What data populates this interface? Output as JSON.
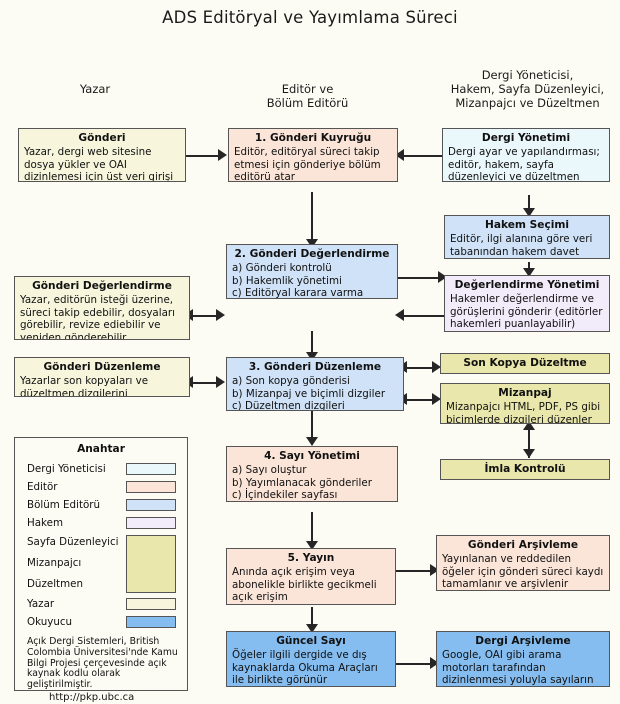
{
  "title": "ADS Editöryal ve Yayımlama Süreci",
  "column_headers": [
    {
      "name": "author",
      "text": "Yazar"
    },
    {
      "name": "editor",
      "text": "Editör ve\nBölüm Editörü"
    },
    {
      "name": "staff",
      "text": "Dergi Yöneticisi,\nHakem, Sayfa Düzenleyici,\nMizanpajcı ve Düzeltmen"
    }
  ],
  "boxes": {
    "gonderi": {
      "title": "Gönderi",
      "body": "Yazar, dergi web sitesine dosya yükler ve OAI dizinlemesi için üst veri girişi yapar",
      "role": "Yazar",
      "color": "#f7f6dc"
    },
    "gonderi_kuyrugu": {
      "title": "1. Gönderi Kuyruğu",
      "body": "Editör, editöryal süreci takip etmesi için gönderiye bölüm editörü atar",
      "role": "Editör",
      "color": "#fbe5d8"
    },
    "dergi_yonetimi": {
      "title": "Dergi Yönetimi",
      "body": "Dergi ayar ve yapılandırması; editör, hakem, sayfa düzenleyici ve düzeltmen kaydı",
      "role": "Dergi Yöneticisi",
      "color": "#eaf7fb"
    },
    "hakem_secimi": {
      "title": "Hakem Seçimi",
      "body": "Editör, ilgi alanına göre veri tabanından hakem davet eder",
      "role": "Bölüm Editörü",
      "color": "#cfe2f7"
    },
    "gonderi_degerlendirme_yazar": {
      "title": "Gönderi Değerlendirme",
      "body": "Yazar, editörün isteği üzerine, süreci takip edebilir, dosyaları görebilir, revize ediebilir ve yeniden gönderebilir",
      "role": "Yazar",
      "color": "#f7f6dc"
    },
    "gonderi_degerlendirme": {
      "title": "2. Gönderi Değerlendirme",
      "body": "a) Gönderi kontrolü\nb) Hakemlik yönetimi\nc) Editöryal karara varma",
      "role": "Bölüm Editörü",
      "color": "#cfe2f7"
    },
    "degerlendirme_yonetimi": {
      "title": "Değerlendirme Yönetimi",
      "body": "Hakemler değerlendirme ve görüşlerini gönderir (editörler hakemleri puanlayabilir)",
      "role": "Hakem",
      "color": "#f2ecfa"
    },
    "gonderi_duzenleme_yazar": {
      "title": "Gönderi Düzenleme",
      "body": "Yazarlar son kopyaları ve düzeltmen dizgilerini değerlendirir",
      "role": "Yazar",
      "color": "#f7f6dc"
    },
    "gonderi_duzenleme": {
      "title": "3. Gönderi Düzenleme",
      "body": "a) Son kopya gönderisi\nb) Mizanpaj ve biçimli dizgiler\nc) Düzeltmen dizgileri",
      "role": "Bölüm Editörü",
      "color": "#cfe2f7"
    },
    "son_kopya": {
      "title": "Son Kopya Düzeltme",
      "body": "",
      "role": "Sayfa Düzenleyici",
      "color": "#e9e7ab"
    },
    "mizanpaj": {
      "title": "Mizanpaj",
      "body": "Mizanpajcı HTML, PDF, PS gibi biçimlerde dizgileri düzenler",
      "role": "Mizanpajcı",
      "color": "#e9e7ab"
    },
    "imla_kontrolu": {
      "title": "İmla Kontrolü",
      "body": "",
      "role": "Düzeltmen",
      "color": "#e9e7ab"
    },
    "sayi_yonetimi": {
      "title": "4. Sayı Yönetimi",
      "body": "a) Sayı oluştur\nb) Yayımlanacak gönderiler\nc) İçindekiler sayfası düzenleme",
      "role": "Editör",
      "color": "#fbe5d8"
    },
    "yayin": {
      "title": "5. Yayın",
      "body": "Anında açık erişim veya abonelikle birlikte gecikmeli açık erişim",
      "role": "Editör",
      "color": "#fbe5d8"
    },
    "gonderi_arsivleme": {
      "title": "Gönderi Arşivleme",
      "body": "Yayınlanan ve reddedilen öğeler için gönderi süreci kaydı tamamlanır ve arşivlenir",
      "role": "Editör",
      "color": "#fbe5d8"
    },
    "guncel_sayi": {
      "title": "Güncel Sayı",
      "body": "Öğeler  ilgili dergide ve dış kaynaklarda  Okuma Araçları ile birlikte  görünür",
      "role": "Okuyucu",
      "color": "#85bdf0"
    },
    "dergi_arsivleme": {
      "title": "Dergi Arşivleme",
      "body": "Google, OAI gibi arama motorları tarafından  dizinlenmesi yoluyla sayıların listelemesi",
      "role": "Okuyucu",
      "color": "#85bdf0"
    }
  },
  "legend": {
    "title": "Anahtar",
    "items": [
      {
        "label": "Dergi Yöneticisi",
        "color": "#eaf7fb"
      },
      {
        "label": "Editör",
        "color": "#fbe5d8"
      },
      {
        "label": "Bölüm Editörü",
        "color": "#cfe2f7"
      },
      {
        "label": "Hakem",
        "color": "#f2ecfa"
      }
    ],
    "group_labels": [
      "Sayfa Düzenleyici",
      "Mizanpajcı",
      "Düzeltmen"
    ],
    "group_color": "#e9e7ab",
    "items_tail": [
      {
        "label": "Yazar",
        "color": "#f7f6dc"
      },
      {
        "label": "Okuyucu",
        "color": "#85bdf0"
      }
    ],
    "note": "Açık Dergi Sistemleri, British Colombia Üniversitesi'nde Kamu Bilgi Projesi çerçevesinde açık kaynak kodlu olarak geliştirilmiştir.",
    "url": "http://pkp.ubc.ca"
  }
}
